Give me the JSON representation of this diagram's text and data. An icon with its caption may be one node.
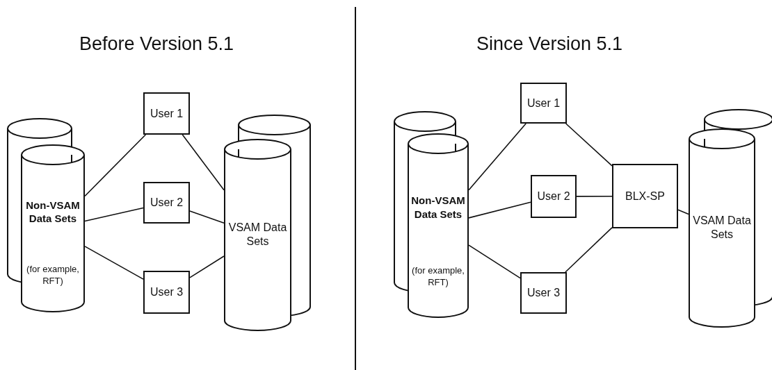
{
  "diagram": {
    "nodes": [
      {
        "text": [
          "Non-VSAM Data Sets",
          "(for example, RFT)"
        ]
      },
      {
        "text": [
          "User 1"
        ]
      },
      {
        "text": [
          "User 2"
        ]
      },
      {
        "text": [
          "User 3"
        ]
      },
      {
        "text": [
          "VSAM Data Sets"
        ]
      },
      {
        "text": [
          "Non-VSAM Data Sets",
          "(for example, RFT)"
        ]
      },
      {
        "text": [
          "User 1"
        ]
      },
      {
        "text": [
          "User 2"
        ]
      },
      {
        "text": [
          "User 3"
        ]
      },
      {
        "text": [
          "BLX-SP"
        ]
      },
      {
        "text": [
          "VSAM Data Sets"
        ]
      }
    ],
    "edges": [
      {
        "from": 0,
        "to": 1,
        "arrow": "none"
      },
      {
        "from": 0,
        "to": 2,
        "arrow": "none"
      },
      {
        "from": 0,
        "to": 3,
        "arrow": "none"
      },
      {
        "from": 1,
        "to": 4,
        "arrow": "none"
      },
      {
        "from": 2,
        "to": 4,
        "arrow": "none"
      },
      {
        "from": 3,
        "to": 4,
        "arrow": "none"
      },
      {
        "from": 5,
        "to": 6,
        "arrow": "none"
      },
      {
        "from": 5,
        "to": 7,
        "arrow": "none"
      },
      {
        "from": 5,
        "to": 8,
        "arrow": "none"
      },
      {
        "from": 6,
        "to": 9,
        "arrow": "none"
      },
      {
        "from": 7,
        "to": 9,
        "arrow": "none"
      },
      {
        "from": 8,
        "to": 9,
        "arrow": "none"
      },
      {
        "from": 9,
        "to": 10,
        "arrow": "none"
      }
    ],
    "labels": [
      "Before Version 5.1",
      "Since Version 5.1"
    ]
  }
}
